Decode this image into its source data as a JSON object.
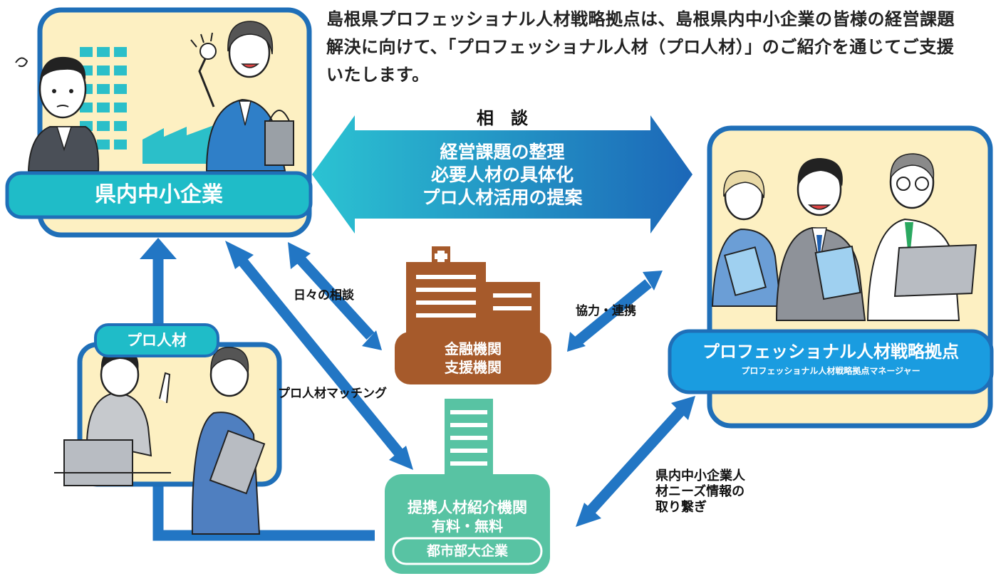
{
  "intro": "島根県プロフェッショナル人材戦略拠点は、島根県内中小企業の皆様の経営課題解決に向けて、「プロフェッショナル人材（プロ人材）」のご紹介を通じてご支援いたします。",
  "consult": {
    "title": "相　談",
    "lines": [
      "経営課題の整理",
      "必要人材の具体化",
      "プロ人材活用の提案"
    ]
  },
  "sme": {
    "label": "県内中小企業"
  },
  "pro_talent": {
    "label": "プロ人材"
  },
  "finance": {
    "line1": "金融機関",
    "line2": "支援機関"
  },
  "agency": {
    "line1": "提携人材紹介機関",
    "line2": "有料・無料",
    "pill": "都市部大企業"
  },
  "hub": {
    "title": "プロフェッショナル人材戦略拠点",
    "subtitle": "プロフェッショナル人材戦略拠点マネージャー"
  },
  "edges": {
    "daily": "日々の相談",
    "coop": "協力・連携",
    "matching": "プロ人材マッチング",
    "needs": [
      "県内中小企業人",
      "材ニーズ情報の",
      "取り繋ぎ"
    ]
  },
  "colors": {
    "teal": "#1fbcc8",
    "navy": "#1f6fb8",
    "blue": "#2276c4",
    "cream": "#fdf0c2",
    "brown": "#a65a2b",
    "mint": "#58c3a3",
    "hub_blue": "#1a9ce0"
  }
}
